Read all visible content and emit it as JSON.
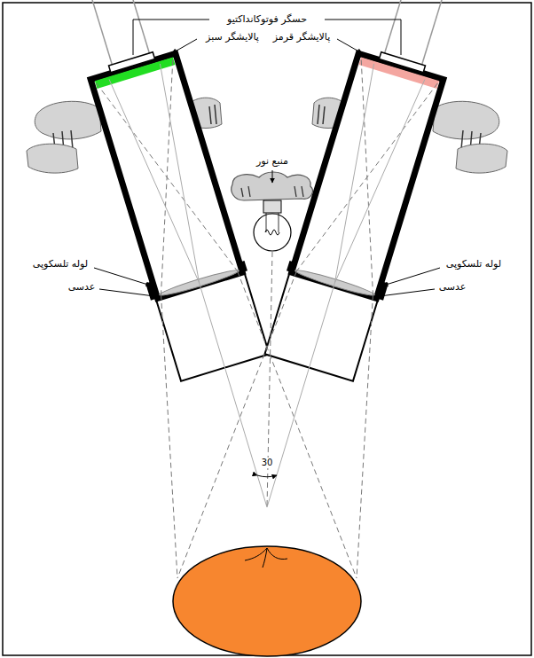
{
  "diagram": {
    "labels": [
      "حسگر فوتوکانداکتیو",
      "پالایشگر سبز",
      "پالایشگر قرمز",
      "منبع نور",
      "لوله تلسکوپی",
      "لوله تلسکوپی",
      "عدسی",
      "عدسی",
      "30"
    ]
  }
}
